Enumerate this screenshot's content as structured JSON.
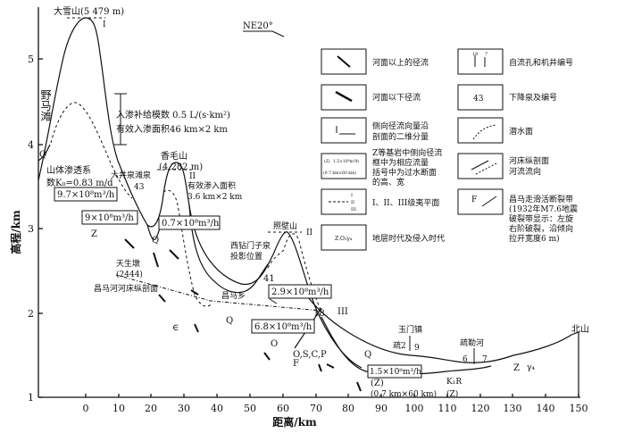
{
  "axes": {
    "ylabel": "高程/km",
    "xlabel": "距离/km",
    "yticks": [
      "1",
      "2",
      "3",
      "4",
      "5"
    ],
    "xticks": [
      "0",
      "10",
      "20",
      "30",
      "40",
      "50",
      "60",
      "70",
      "80",
      "90",
      "100",
      "110",
      "120",
      "130",
      "140",
      "150"
    ]
  },
  "orientation": "NE20°",
  "peaks": {
    "daxueshan": "大雪山(5 479 m)",
    "xiangmaoshan": "香毛山",
    "xiangmaoshan_elev": "(4 282 m)",
    "zhaobishan": "照壁山",
    "beishan": "北山"
  },
  "terrace_labels": {
    "i": "I",
    "ii": "II",
    "ii_b": "II",
    "iii": "III"
  },
  "places": {
    "yematan": "野马滩",
    "dajingquan": "大井泉滩泉",
    "spring43": "43",
    "xizuanmenzi": "西钻门子泉",
    "xizuanmenzi2": "投影位置",
    "spring41": "41",
    "changmaxiang": "昌马乡",
    "tianshengdun": "天生墩",
    "tianshengdun_elev": "(2444)",
    "riverbed": "昌马河河床纵剖面",
    "yumenzhen": "玉门镇",
    "shu2": "疏2",
    "well9": "9",
    "shulehe": "疏勒河",
    "well6": "6",
    "well7": "7",
    "well18": "18"
  },
  "annotations": {
    "recharge1": "入渗补给模数 0.5 L/(s·km²)",
    "recharge2": "有效入渗面积46 km×2 km",
    "perm1": "山体渗透系",
    "perm2": "数K₀=0.83 m/d",
    "area1": "有效渗入面积",
    "area2": "3.6 km×2 km",
    "cross_dim": "(0.7 km×60 km)"
  },
  "flow_boxes": [
    "9.7×10⁸m³/h",
    "9×10⁸m³/h",
    "0.7×10⁸m³/h",
    "2.9×10⁸m³/h",
    "6.8×10⁸m³/h",
    "1.5×10⁸m³/h"
  ],
  "strata": {
    "q1": "Q",
    "q2": "Q",
    "q3": "Q",
    "q4": "Q",
    "z1": "Z",
    "z2": "(Z)",
    "z3": "(Z)",
    "z4": "Z",
    "gamma": "γ₄",
    "cambrian": "∈",
    "o": "O",
    "oscp": "O,S,C,P",
    "f": "F",
    "kr": "K₁R"
  },
  "legend": [
    {
      "label": "河面以上的径流"
    },
    {
      "label": "自流孔和机井编号",
      "sym": [
        "18",
        "7"
      ]
    },
    {
      "label": "河面以下径流"
    },
    {
      "label": "下降泉及编号",
      "sym": "43"
    },
    {
      "label1": "侧向径流向量沿",
      "label2": "剖面的二维分量"
    },
    {
      "label": "潜水面"
    },
    {
      "label1": "Z等基岩中侧向径流",
      "label2": "框中为相应流量",
      "label3": "括号中为过水断面",
      "label4": "的高、宽",
      "sym1": "(Z)",
      "sym2": "1.5×10⁸m³/h",
      "sym3": "(0.7 km×60 km)"
    },
    {
      "label1": "河床纵剖面",
      "label2": "河流流向"
    },
    {
      "label": "I、II、III级夷平面",
      "sym": [
        "I",
        "II",
        "III"
      ]
    },
    {
      "label1": "昌马走滑活断裂带",
      "label2": "(1932年M7.6地震",
      "label3": "破裂带显示：左旋",
      "label4": "右阶破裂，沿倾向",
      "label5": "拉开宽度6 m)",
      "sym": "F"
    },
    {
      "label": "地层时代及侵入时代",
      "sym": "Z.O₃γ₄"
    }
  ]
}
